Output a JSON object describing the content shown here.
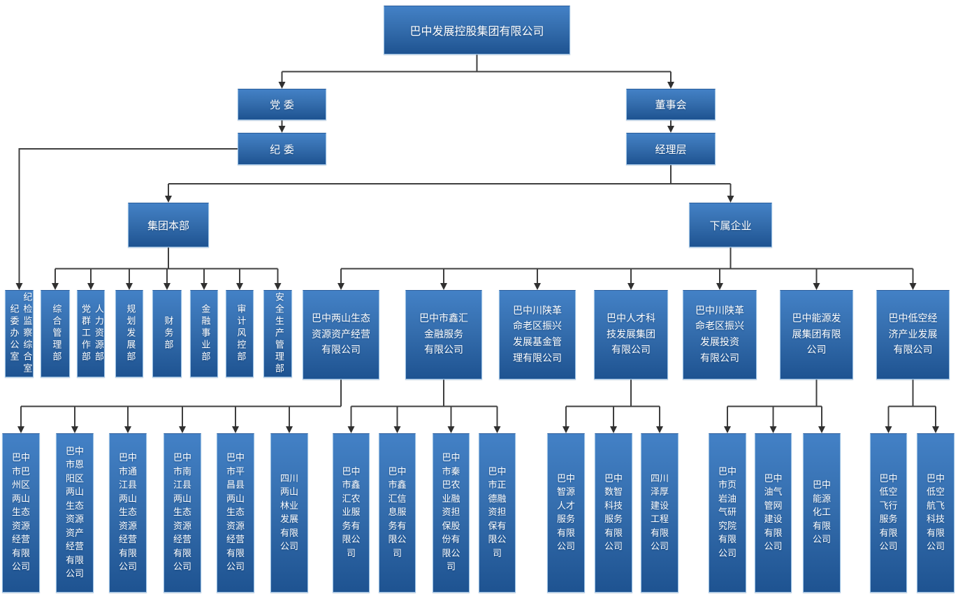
{
  "colors": {
    "box_fill_top": "#4381c6",
    "box_fill_bottom": "#1e5391",
    "box_border": "#9dc3e6",
    "connector": "#3f3f3f"
  },
  "nodes": {
    "root": {
      "label": "巴中发展控股集团有限公司"
    },
    "dangwei": {
      "label": "党 委"
    },
    "jiwei": {
      "label": "纪 委"
    },
    "dongshihui": {
      "label": "董事会"
    },
    "jinglicheng": {
      "label": "经理层"
    },
    "jituanbenbu": {
      "label": "集团本部"
    },
    "xiashuqiye": {
      "label": "下属企业"
    },
    "d1": {
      "label": "纪检监察综合室\n纪委办公室"
    },
    "d2": {
      "label": "综合管理部"
    },
    "d3": {
      "label": "人力资源部\n党群工作部"
    },
    "d4": {
      "label": "规划发展部"
    },
    "d5": {
      "label": "财务部"
    },
    "d6": {
      "label": "金融事业部"
    },
    "d7": {
      "label": "审计风控部"
    },
    "d8": {
      "label": "安全生产管理部"
    },
    "c1": {
      "label": "巴中两山生态\n资源资产经营\n有限公司"
    },
    "c2": {
      "label": "巴中市鑫汇\n金融服务\n有限公司"
    },
    "c3": {
      "label": "巴中川陕革\n命老区振兴\n发展基金管\n理有限公司"
    },
    "c4": {
      "label": "巴中人才科\n技发展集团\n有限公司"
    },
    "c5": {
      "label": "巴中川陕革\n命老区振兴\n发展投资\n有限公司"
    },
    "c6": {
      "label": "巴中能源发\n展集团有限\n公司"
    },
    "c7": {
      "label": "巴中低空经\n济产业发展\n有限公司"
    },
    "b1": {
      "label": "巴中市巴州区两山生态资源经营有限公司"
    },
    "b2": {
      "label": "巴中市恩阳区两山生态资源资产经营有限公司"
    },
    "b3": {
      "label": "巴中市通江县两山生态资源经营有限公司"
    },
    "b4": {
      "label": "巴中市南江县两山生态资源经营有限公司"
    },
    "b5": {
      "label": "巴中市平昌县两山生态资源经营有限公司"
    },
    "b6": {
      "label": "四川两山林业发展有限公司"
    },
    "b7": {
      "label": "巴中市鑫汇农业服务有限公司"
    },
    "b8": {
      "label": "巴中市鑫汇信息服务有限公司"
    },
    "b9": {
      "label": "巴中市秦巴农业融资担保股份有限公司"
    },
    "b10": {
      "label": "巴中市正德融资担保有限公司"
    },
    "b11": {
      "label": "巴中智源人才服务有限公司"
    },
    "b12": {
      "label": "巴中数智科技服务有限公司"
    },
    "b13": {
      "label": "四川泽厚建设工程有限公司"
    },
    "b14": {
      "label": "巴中市页岩油气研究院有限公司"
    },
    "b15": {
      "label": "巴中油气管网建设有限公司"
    },
    "b16": {
      "label": "巴中能源化工有限公司"
    },
    "b17": {
      "label": "巴中低空飞行服务有限公司"
    },
    "b18": {
      "label": "巴中低空航飞科技有限公司"
    }
  },
  "edges": [
    {
      "parent": "root",
      "children": [
        "dangwei",
        "dongshihui"
      ]
    },
    {
      "parent": "dangwei",
      "children": [
        "jiwei"
      ]
    },
    {
      "parent": "dongshihui",
      "children": [
        "jinglicheng"
      ]
    },
    {
      "parent": "jinglicheng",
      "children": [
        "jituanbenbu",
        "xiashuqiye"
      ]
    },
    {
      "parent": "jiwei",
      "children": [
        "d1"
      ],
      "type": "side"
    },
    {
      "parent": "jituanbenbu",
      "children": [
        "d2",
        "d3",
        "d4",
        "d5",
        "d6",
        "d7",
        "d8"
      ]
    },
    {
      "parent": "xiashuqiye",
      "children": [
        "c1",
        "c2",
        "c3",
        "c4",
        "c5",
        "c6",
        "c7"
      ]
    },
    {
      "parent": "c1",
      "children": [
        "b1",
        "b2",
        "b3",
        "b4",
        "b5",
        "b6"
      ]
    },
    {
      "parent": "c2",
      "children": [
        "b7",
        "b8",
        "b9",
        "b10"
      ]
    },
    {
      "parent": "c4",
      "children": [
        "b11",
        "b12",
        "b13"
      ]
    },
    {
      "parent": "c6",
      "children": [
        "b14",
        "b15",
        "b16"
      ]
    },
    {
      "parent": "c7",
      "children": [
        "b17",
        "b18"
      ]
    }
  ]
}
